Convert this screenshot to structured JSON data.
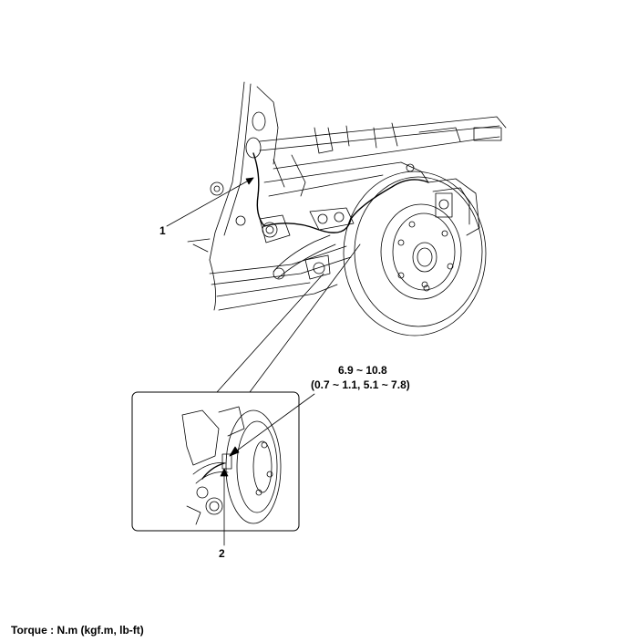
{
  "callouts": {
    "item_1": "1",
    "item_2": "2"
  },
  "torque": {
    "value": "6.9 ~ 10.8",
    "value_alt": "(0.7 ~ 1.1, 5.1 ~ 7.8)",
    "units_note": "Torque : N.m (kgf.m, lb-ft)"
  },
  "colors": {
    "line": "#000000",
    "background": "#ffffff"
  }
}
